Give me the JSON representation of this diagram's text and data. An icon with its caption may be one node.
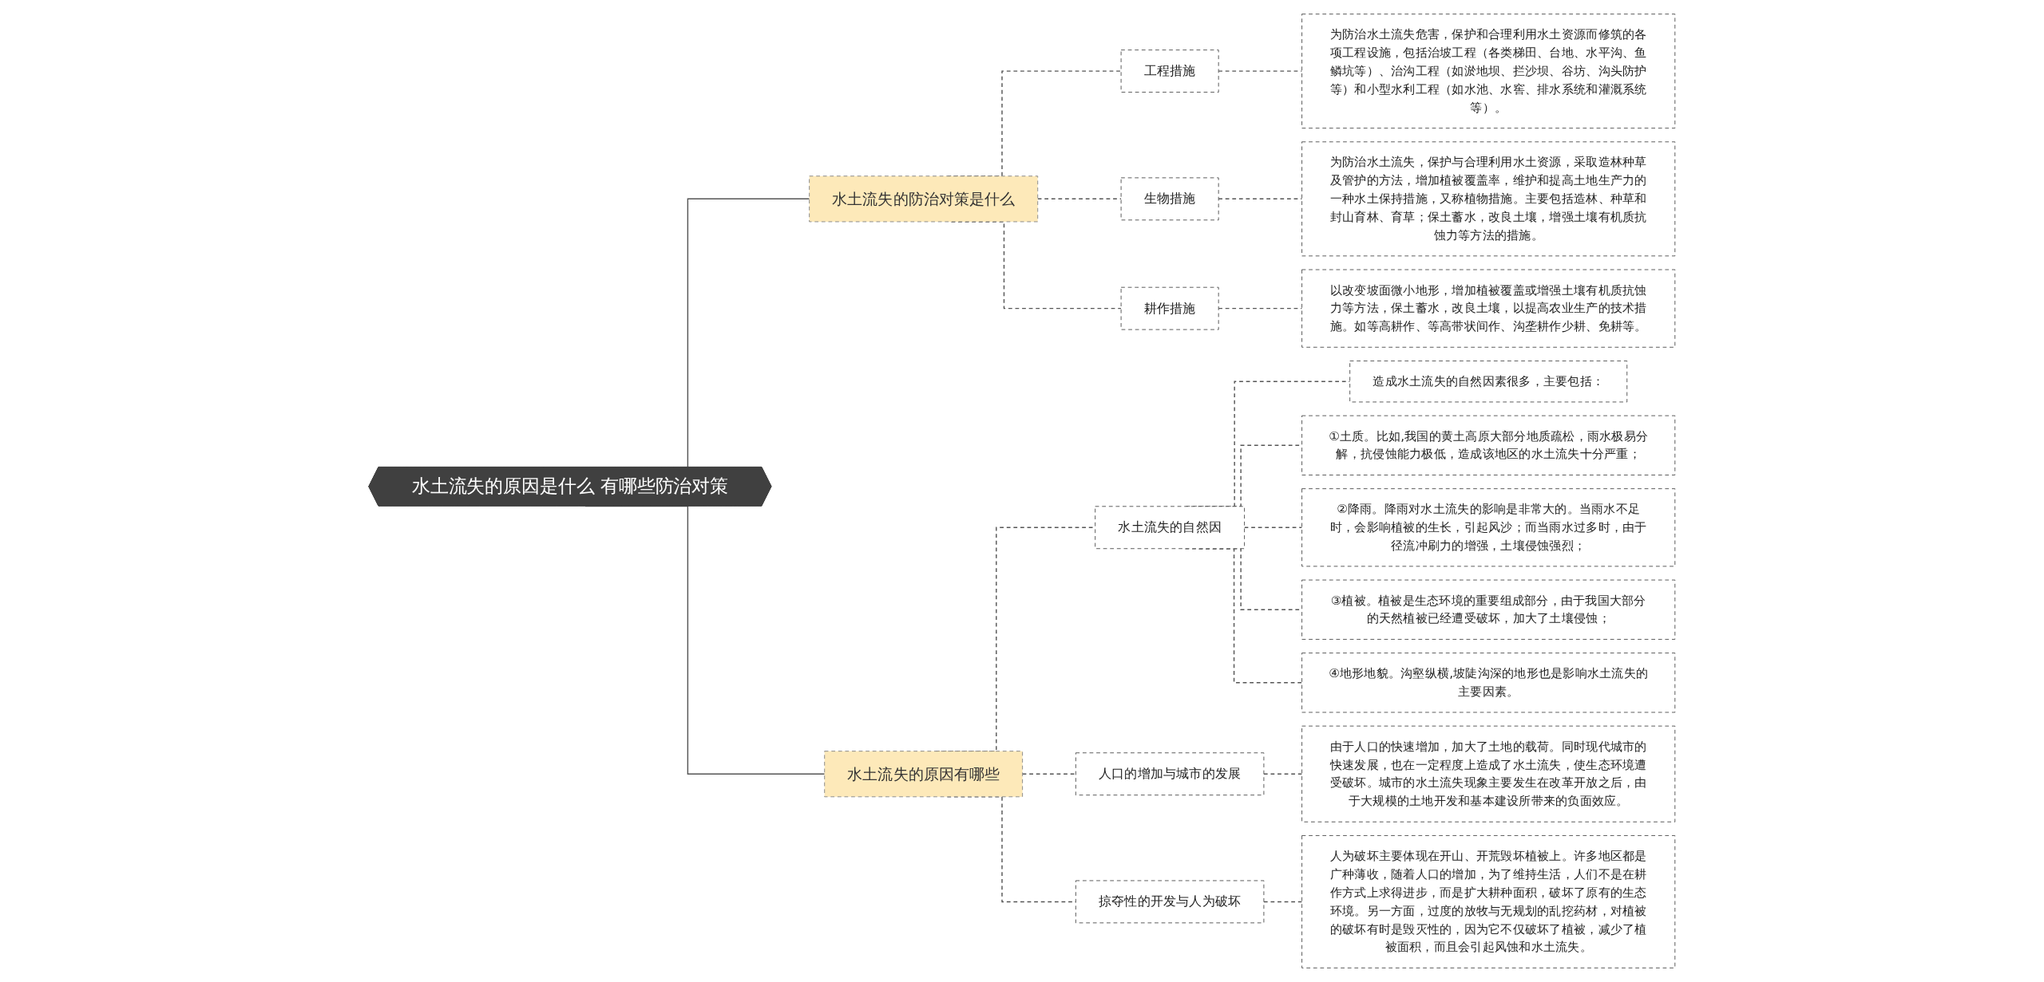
{
  "diagram": {
    "nodes": [
      {
        "text": [
          "水土流失的原因是什么 有哪些防治对策"
        ]
      },
      {
        "text": [
          "水土流失的防治对策是什么"
        ]
      },
      {
        "text": [
          "工程措施"
        ]
      },
      {
        "text": [
          "为防治水土流失危害，保护和合理利用水土资源而修筑的各项工程设施，包括治坡工程（各类梯田、台地、水平沟、鱼鳞坑等）、治沟工程（如淤地坝、拦沙坝、谷坊、沟头防护等）和小型水利工程（如水池、水窖、排水系统和灌溉系统等）。"
        ]
      },
      {
        "text": [
          "生物措施"
        ]
      },
      {
        "text": [
          "为防治水土流失，保护与合理利用水土资源，采取造林种草及管护的方法，增加植被覆盖率，维护和提高土地生产力的一种水土保持措施，又称植物措施。主要包括造林、种草和封山育林、育草；保土蓄水，改良土壤，增强土壤有机质抗蚀力等方法的措施。"
        ]
      },
      {
        "text": [
          "耕作措施"
        ]
      },
      {
        "text": [
          "以改变坡面微小地形，增加植被覆盖或增强土壤有机质抗蚀力等方法，保土蓄水，改良土壤，以提高农业生产的技术措施。如等高耕作、等高带状间作、沟垄耕作少耕、免耕等。"
        ]
      },
      {
        "text": [
          "水土流失的原因有哪些"
        ]
      },
      {
        "text": [
          "水土流失的自然因"
        ]
      },
      {
        "text": [
          "造成水土流失的自然因素很多，主要包括："
        ]
      },
      {
        "text": [
          "①土质。比如,我国的黄土高原大部分地质疏松，雨水极易分解，抗侵蚀能力极低，造成该地区的水土流失十分严重；"
        ]
      },
      {
        "text": [
          "②降雨。降雨对水土流失的影响是非常大的。当雨水不足时，会影响植被的生长，引起风沙；而当雨水过多时，由于径流冲刷力的增强，土壤侵蚀强烈；"
        ]
      },
      {
        "text": [
          "③植被。植被是生态环境的重要组成部分，由于我国大部分的天然植被已经遭受破坏，加大了土壤侵蚀；"
        ]
      },
      {
        "text": [
          "④地形地貌。沟壑纵横,坡陡沟深的地形也是影响水土流失的主要因素。"
        ]
      },
      {
        "text": [
          "人口的增加与城市的发展"
        ]
      },
      {
        "text": [
          "由于人口的快速增加，加大了土地的载荷。同时现代城市的快速发展，也在一定程度上造成了水土流失，使生态环境遭受破坏。城市的水土流失现象主要发生在改革开放之后，由于大规模的土地开发和基本建设所带来的负面效应。"
        ]
      },
      {
        "text": [
          "掠夺性的开发与人为破坏"
        ]
      },
      {
        "text": [
          "人为破坏主要体现在开山、开荒毁坏植被上。许多地区都是广种薄收，随着人口的增加，为了维持生活，人们不是在耕作方式上求得进步，而是扩大耕种面积，破坏了原有的生态环境。另一方面，过度的放牧与无规划的乱挖药材，对植被的破坏有时是毁灭性的，因为它不仅破坏了植被，减少了植被面积，而且会引起风蚀和水土流失。"
        ]
      }
    ],
    "edges": [
      {
        "from": 0,
        "to": 1,
        "arrow": "none"
      },
      {
        "from": 1,
        "to": 2,
        "arrow": "none",
        "style": "dashed"
      },
      {
        "from": 2,
        "to": 3,
        "arrow": "none",
        "style": "dashed"
      },
      {
        "from": 1,
        "to": 4,
        "arrow": "none",
        "style": "dashed"
      },
      {
        "from": 4,
        "to": 5,
        "arrow": "none",
        "style": "dashed"
      },
      {
        "from": 1,
        "to": 6,
        "arrow": "none",
        "style": "dashed"
      },
      {
        "from": 6,
        "to": 7,
        "arrow": "none",
        "style": "dashed"
      },
      {
        "from": 0,
        "to": 8,
        "arrow": "none"
      },
      {
        "from": 8,
        "to": 9,
        "arrow": "none",
        "style": "dashed"
      },
      {
        "from": 9,
        "to": 10,
        "arrow": "none",
        "style": "dashed"
      },
      {
        "from": 9,
        "to": 11,
        "arrow": "none",
        "style": "dashed"
      },
      {
        "from": 9,
        "to": 12,
        "arrow": "none",
        "style": "dashed"
      },
      {
        "from": 9,
        "to": 13,
        "arrow": "none",
        "style": "dashed"
      },
      {
        "from": 9,
        "to": 14,
        "arrow": "none",
        "style": "dashed"
      },
      {
        "from": 8,
        "to": 15,
        "arrow": "none",
        "style": "dashed"
      },
      {
        "from": 15,
        "to": 16,
        "arrow": "none",
        "style": "dashed"
      },
      {
        "from": 8,
        "to": 17,
        "arrow": "none",
        "style": "dashed"
      },
      {
        "from": 17,
        "to": 18,
        "arrow": "none",
        "style": "dashed"
      }
    ]
  }
}
